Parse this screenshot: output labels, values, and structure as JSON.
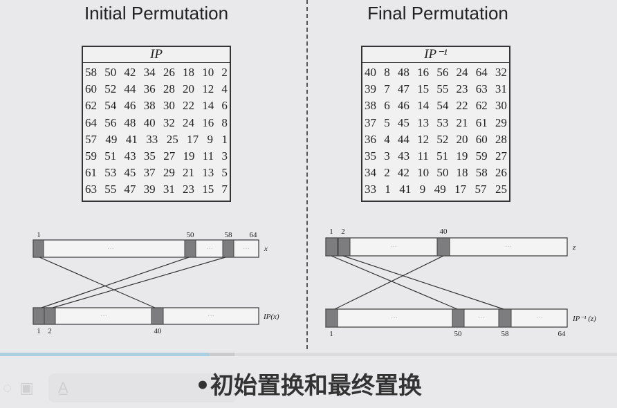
{
  "slide": {
    "left_title": "Initial Permutation",
    "right_title": "Final Permutation",
    "ip_table": {
      "header": "IP",
      "rows": [
        [
          58,
          50,
          42,
          34,
          26,
          18,
          10,
          2
        ],
        [
          60,
          52,
          44,
          36,
          28,
          20,
          12,
          4
        ],
        [
          62,
          54,
          46,
          38,
          30,
          22,
          14,
          6
        ],
        [
          64,
          56,
          48,
          40,
          32,
          24,
          16,
          8
        ],
        [
          57,
          49,
          41,
          33,
          25,
          17,
          9,
          1
        ],
        [
          59,
          51,
          43,
          35,
          27,
          19,
          11,
          3
        ],
        [
          61,
          53,
          45,
          37,
          29,
          21,
          13,
          5
        ],
        [
          63,
          55,
          47,
          39,
          31,
          23,
          15,
          7
        ]
      ]
    },
    "ip_inv_table": {
      "header": "IP⁻¹",
      "rows": [
        [
          40,
          8,
          48,
          16,
          56,
          24,
          64,
          32
        ],
        [
          39,
          7,
          47,
          15,
          55,
          23,
          63,
          31
        ],
        [
          38,
          6,
          46,
          14,
          54,
          22,
          62,
          30
        ],
        [
          37,
          5,
          45,
          13,
          53,
          21,
          61,
          29
        ],
        [
          36,
          4,
          44,
          12,
          52,
          20,
          60,
          28
        ],
        [
          35,
          3,
          43,
          11,
          51,
          19,
          59,
          27
        ],
        [
          34,
          2,
          42,
          10,
          50,
          18,
          58,
          26
        ],
        [
          33,
          1,
          41,
          9,
          49,
          17,
          57,
          25
        ]
      ]
    },
    "left_diagram": {
      "top_labels": [
        "1",
        "50",
        "58",
        "64"
      ],
      "top_var": "x",
      "bottom_labels": [
        "1",
        "2",
        "40"
      ],
      "bottom_var": "IP(x)",
      "ellipsis": "···"
    },
    "right_diagram": {
      "top_labels": [
        "1",
        "2",
        "40"
      ],
      "top_var": "z",
      "bottom_labels": [
        "1",
        "50",
        "58",
        "64"
      ],
      "bottom_var": "IP⁻¹ (z)",
      "ellipsis": "···"
    }
  },
  "player": {
    "progress_percent": 34,
    "buffered_percent": 38,
    "subtitle": "•初始置换和最终置换",
    "accent_color": "#a9cfe0"
  }
}
